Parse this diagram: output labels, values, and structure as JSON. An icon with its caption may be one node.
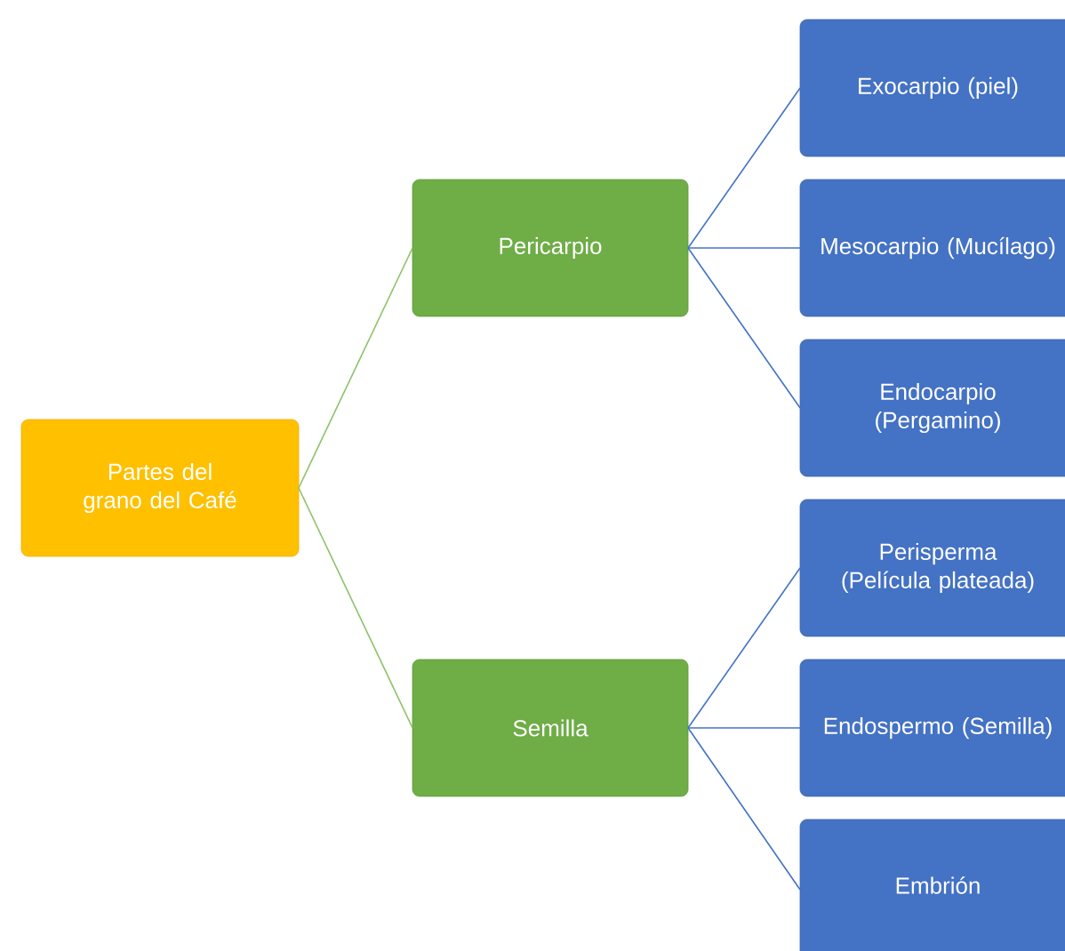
{
  "diagram": {
    "nodes": [
      {
        "text": [
          "Partes del grano del Café"
        ]
      },
      {
        "text": [
          "Pericarpio"
        ]
      },
      {
        "text": [
          "Semilla"
        ]
      },
      {
        "text": [
          "Exocarpio (piel)"
        ]
      },
      {
        "text": [
          "Mesocarpio (Mucílago)"
        ]
      },
      {
        "text": [
          "Endocarpio (Pergamino)"
        ]
      },
      {
        "text": [
          "Perisperma (Película plateada)"
        ]
      },
      {
        "text": [
          "Endospermo (Semilla)"
        ]
      },
      {
        "text": [
          "Embrión"
        ]
      }
    ],
    "edges": [
      {
        "from": 0,
        "to": 1,
        "arrow": "none",
        "color": "#8cc168"
      },
      {
        "from": 0,
        "to": 2,
        "arrow": "none",
        "color": "#8cc168"
      },
      {
        "from": 1,
        "to": 3,
        "arrow": "none"
      },
      {
        "from": 1,
        "to": 4,
        "arrow": "none"
      },
      {
        "from": 1,
        "to": 5,
        "arrow": "none"
      },
      {
        "from": 2,
        "to": 6,
        "arrow": "none"
      },
      {
        "from": 2,
        "to": 7,
        "arrow": "none"
      },
      {
        "from": 2,
        "to": 8,
        "arrow": "none"
      }
    ]
  }
}
